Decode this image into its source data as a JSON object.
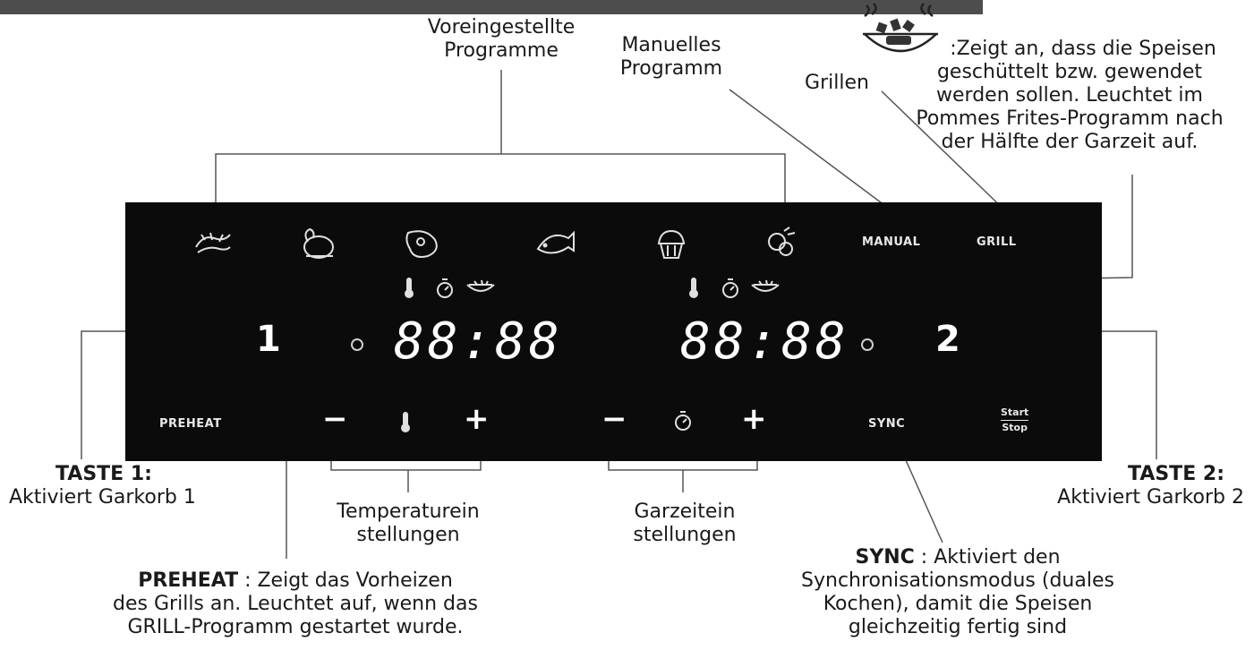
{
  "labels": {
    "presets_line1": "Voreingestellte",
    "presets_line2": "Programme",
    "manual_line1": "Manuelles",
    "manual_line2": "Programm",
    "grill": "Grillen",
    "shake_line1": ":Zeigt an, dass die Speisen",
    "shake_line2": "geschüttelt bzw. gewendet",
    "shake_line3": "werden sollen. Leuchtet im",
    "shake_line4": "Pommes Frites-Programm nach",
    "shake_line5": "der Hälfte der Garzeit auf.",
    "taste1_title": "TASTE 1:",
    "taste1_desc": "Aktiviert Garkorb 1",
    "taste2_title": "TASTE 2:",
    "taste2_desc": "Aktiviert Garkorb 2",
    "temp_line1": "Temperaturein",
    "temp_line2": "stellungen",
    "time_line1": "Garzeitein",
    "time_line2": "stellungen",
    "preheat_key": "PREHEAT",
    "preheat_line1": " : Zeigt das Vorheizen",
    "preheat_line2": "des Grills an. Leuchtet auf, wenn das",
    "preheat_line3": "GRILL-Programm gestartet wurde.",
    "sync_key": "SYNC",
    "sync_line1": " : Aktiviert den",
    "sync_line2": "Synchronisationsmodus (duales",
    "sync_line3": "Kochen), damit die Speisen",
    "sync_line4": "gleichzeitig fertig sind"
  },
  "panel": {
    "manual": "MANUAL",
    "grill": "GRILL",
    "display_left": "88:88",
    "display_right": "88:88",
    "zone1": "1",
    "zone2": "2",
    "preheat": "PREHEAT",
    "minus": "−",
    "plus": "+",
    "sync": "SYNC",
    "start": "Start",
    "stop": "Stop"
  },
  "icons": [
    "shrimp-icon",
    "chicken-icon",
    "steak-icon",
    "fish-icon",
    "muffin-icon",
    "vegetables-icon",
    "thermometer-icon",
    "timer-icon",
    "shake-basket-icon"
  ]
}
